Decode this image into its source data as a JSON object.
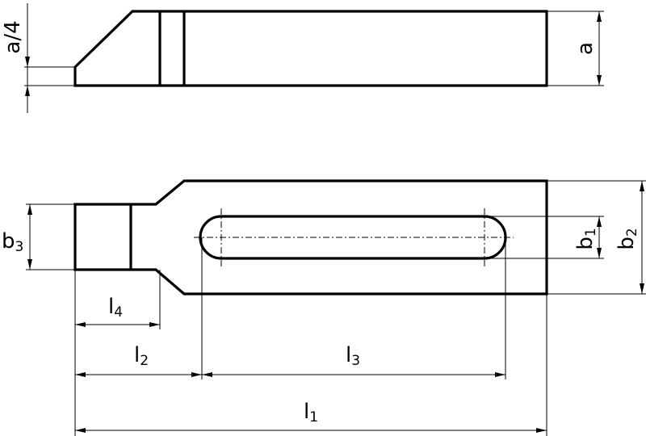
{
  "dimensions": {
    "a": "a",
    "a_quarter": "a/4",
    "b1": {
      "main": "b",
      "sub": "1"
    },
    "b2": {
      "main": "b",
      "sub": "2"
    },
    "b3": {
      "main": "b",
      "sub": "3"
    },
    "l1": {
      "main": "l",
      "sub": "1"
    },
    "l2": {
      "main": "l",
      "sub": "2"
    },
    "l3": {
      "main": "l",
      "sub": "3"
    },
    "l4": {
      "main": "l",
      "sub": "4"
    }
  }
}
